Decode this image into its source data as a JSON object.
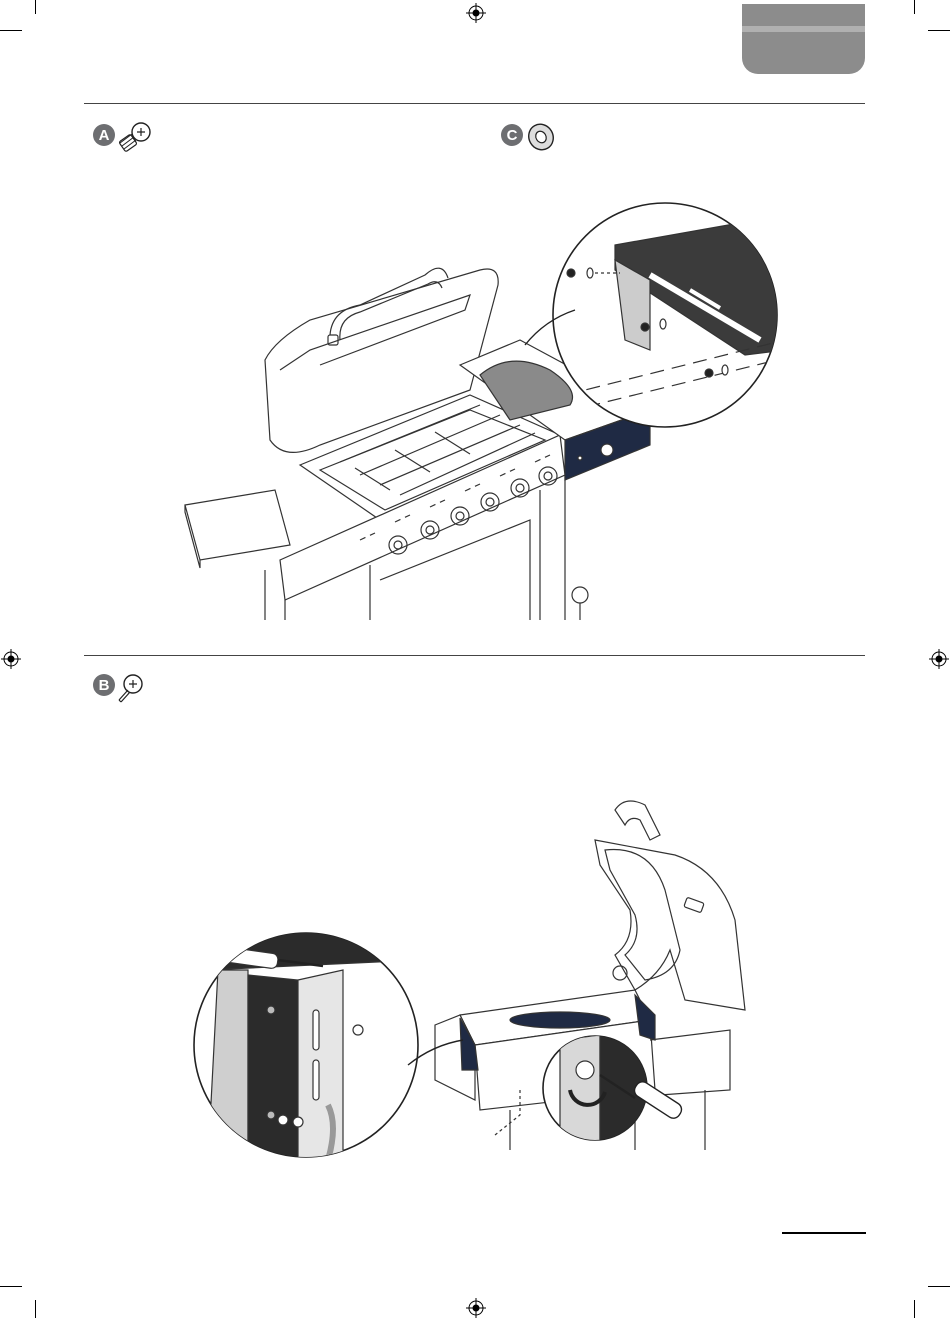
{
  "steps": {
    "a": {
      "badge": "A",
      "fastener_icon": "bolt-with-spring-washer-icon"
    },
    "b": {
      "badge": "B",
      "fastener_icon": "screw-icon"
    },
    "c": {
      "badge": "C",
      "fastener_icon": "washer-icon"
    }
  },
  "colors": {
    "tab": "#8c8c8c",
    "badge": "#6d6e71",
    "dark_panel": "#2b2b2b",
    "navy_panel": "#1f2a44",
    "line": "#444444"
  }
}
